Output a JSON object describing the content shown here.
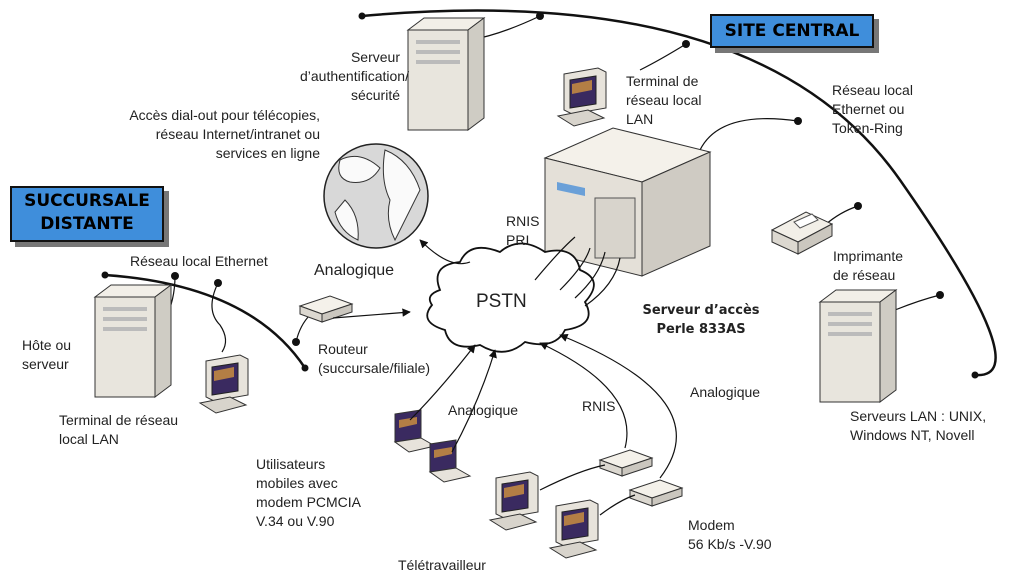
{
  "site_central": "SITE CENTRAL",
  "succursale": [
    "SUCCURSALE",
    "DISTANTE"
  ],
  "auth_server": [
    "Serveur",
    "d’authentification/",
    "sécurité"
  ],
  "dialout": [
    "Accès dial-out pour télécopies,",
    "réseau Internet/intranet ou",
    "services en ligne"
  ],
  "terminal_central": [
    "Terminal de",
    "réseau local",
    "LAN"
  ],
  "lan_central": [
    "Réseau local",
    "Ethernet ou",
    "Token-Ring"
  ],
  "rnis_pri": [
    "RNIS",
    "PRI"
  ],
  "printer": [
    "Imprimante",
    "de réseau"
  ],
  "branch_lan": "Réseau local Ethernet",
  "analog_top": "Analogique",
  "pstn": "PSTN",
  "access_server": [
    "Serveur d’accès",
    "Perle 833AS"
  ],
  "host": [
    "Hôte ou",
    "serveur"
  ],
  "router": [
    "Routeur",
    "(succursale/filiale)"
  ],
  "terminal_branch": [
    "Terminal de réseau",
    "local LAN"
  ],
  "analog_mobile": "Analogique",
  "rnis": "RNIS",
  "analog_right": "Analogique",
  "lan_servers": [
    "Serveurs LAN : UNIX,",
    "Windows NT, Novell"
  ],
  "mobile_users": [
    "Utilisateurs",
    "mobiles avec",
    "modem PCMCIA",
    "V.34 ou V.90"
  ],
  "modem": [
    "Modem",
    "56 Kb/s -V.90"
  ],
  "teleworker": "Télétravailleur",
  "colors": {
    "box_fill": "#3f8edb",
    "line": "#111111"
  }
}
